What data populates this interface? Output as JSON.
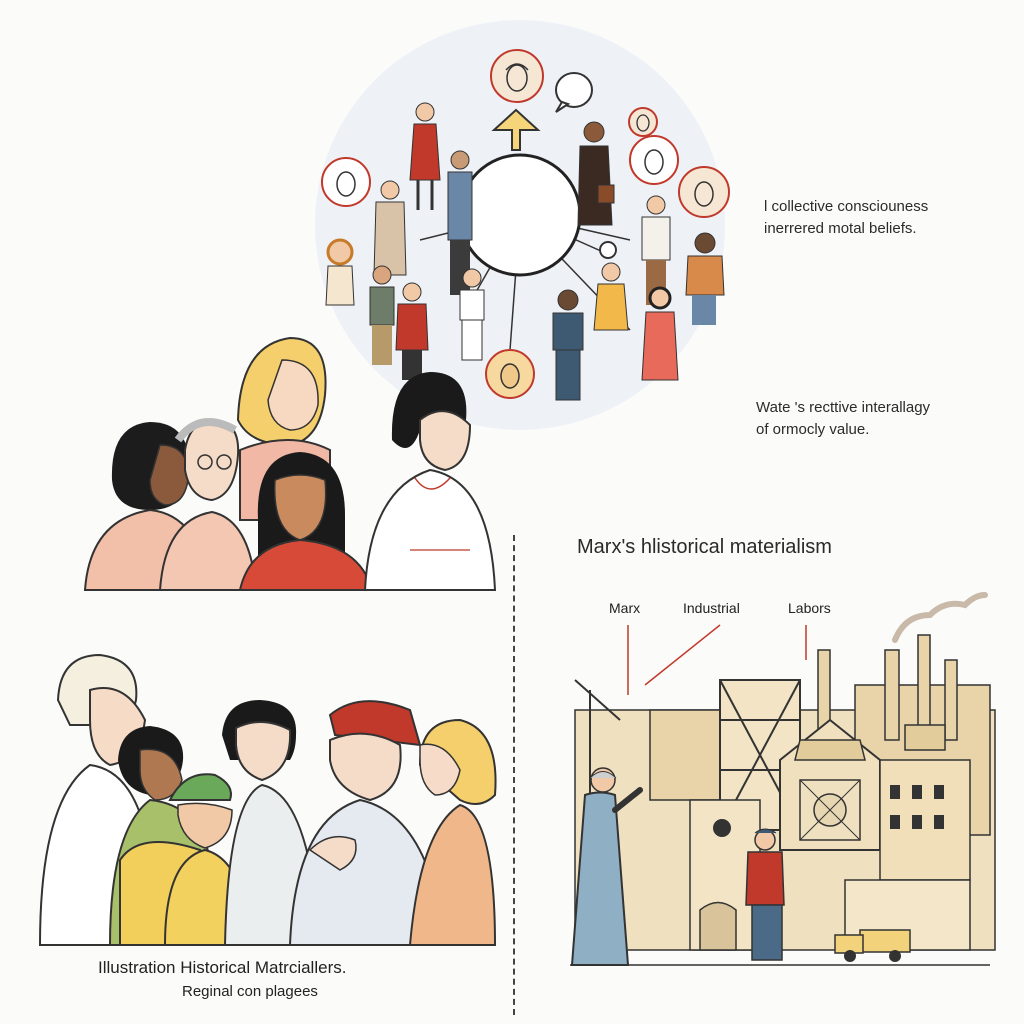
{
  "top_right": {
    "caption_line1": "l collective consciouness",
    "caption_line2": "inerrered motal beliefs.",
    "caption2_line1": "Wate 's recttive interallagy",
    "caption2_line2": "of ormocly value."
  },
  "marx_panel": {
    "title": "Marx's hlistorical materialism",
    "labels": [
      "Marx",
      "Industrial",
      "Labors"
    ]
  },
  "bottom_left": {
    "title": "Illustration Historical Matrciallers.",
    "subtitle": "Reginal con plagees"
  },
  "colors": {
    "accent_red": "#c0392b",
    "sepia": "#e8d4a8",
    "skin": "#f2c9a6",
    "background": "#fbfbfa"
  }
}
